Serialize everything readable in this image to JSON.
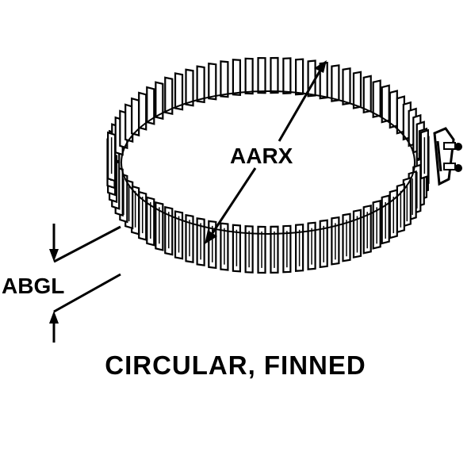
{
  "diagram": {
    "labels": {
      "diameter": "AARX",
      "length": "ABGL"
    },
    "caption": "CIRCULAR, FINNED"
  },
  "colors": {
    "ink": "#000000",
    "paper": "#ffffff"
  }
}
